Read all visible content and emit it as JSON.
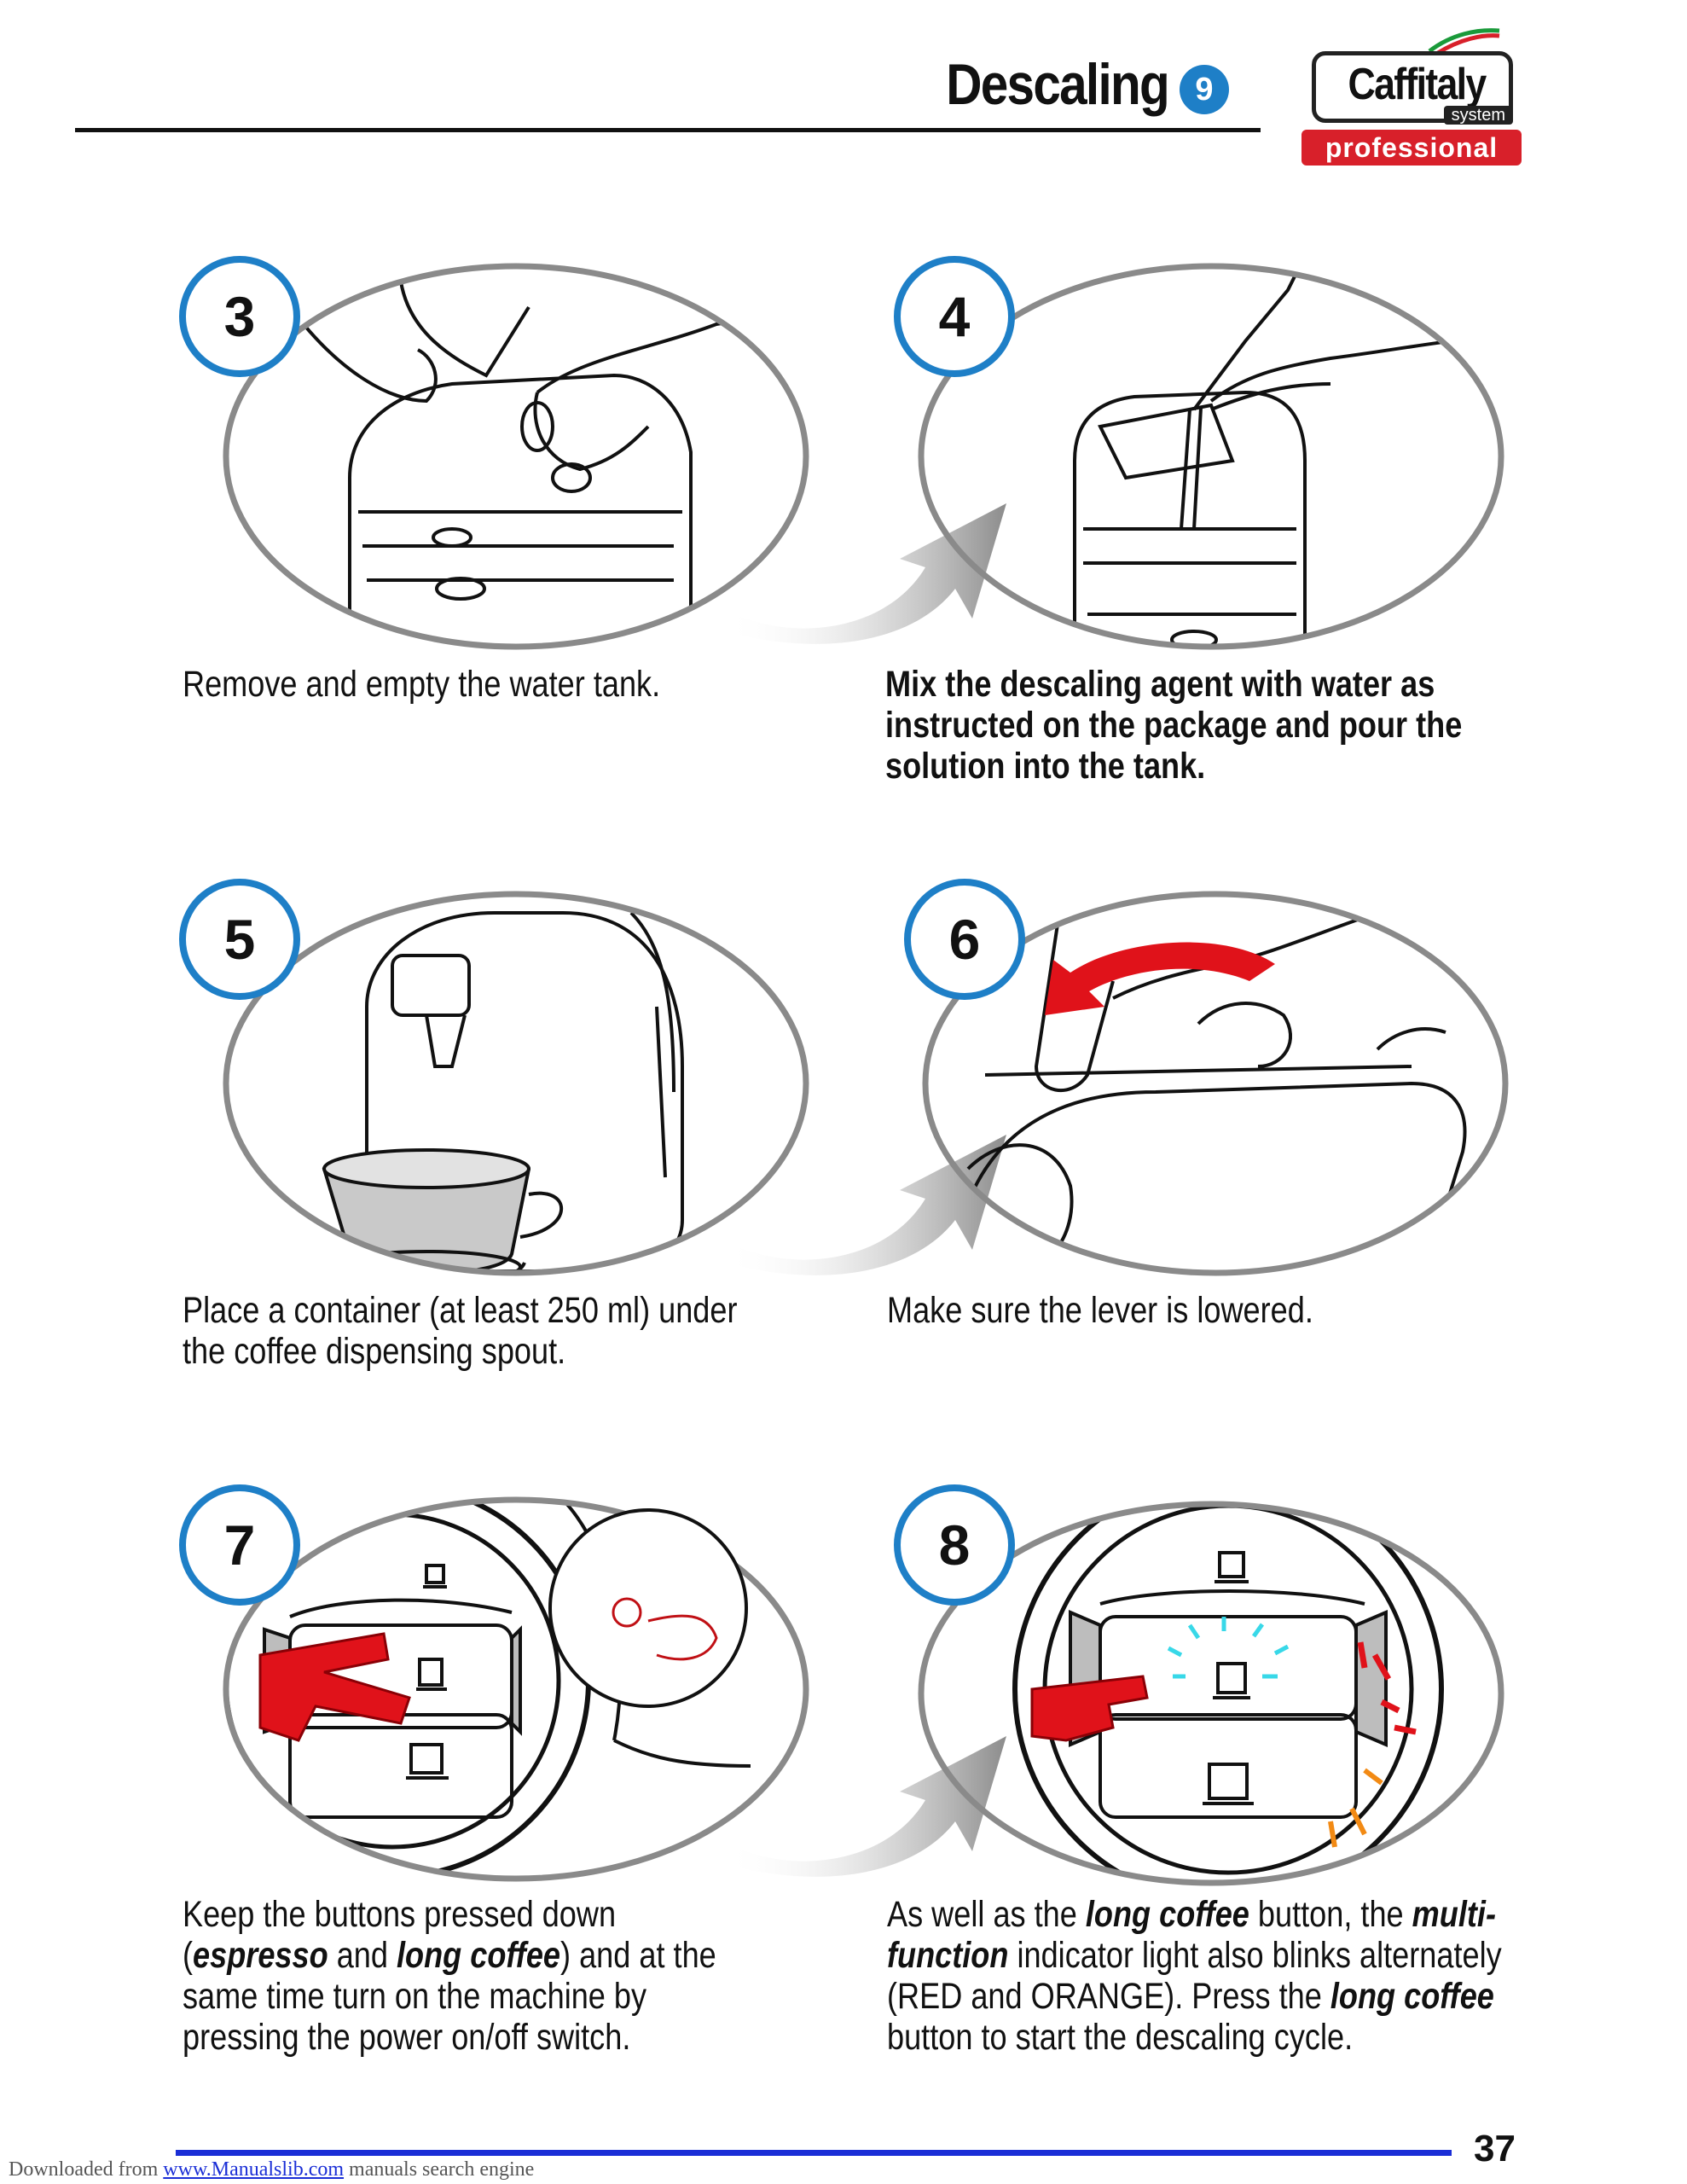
{
  "header": {
    "title": "Descaling",
    "chapter": "9"
  },
  "logo": {
    "name": "Caffitaly",
    "system": "system",
    "professional": "professional"
  },
  "steps": [
    {
      "number": "3",
      "caption": "Remove and empty the water tank."
    },
    {
      "number": "4",
      "caption": "Mix the descaling agent with water as instructed on the package and pour the solution into the tank."
    },
    {
      "number": "5",
      "caption": "Place a container (at least 250 ml) under the coffee dispensing spout."
    },
    {
      "number": "6",
      "caption": "Make sure the lever is lowered."
    },
    {
      "number": "7",
      "caption_parts": [
        "Keep the buttons pressed down (",
        "espresso",
        " and ",
        "long coffee",
        ") and at the same time turn on the machine by pressing the power on/off switch."
      ]
    },
    {
      "number": "8",
      "caption_parts": [
        "As well as the ",
        "long coffee",
        " button, the ",
        "multi-function",
        " indicator light also blinks alternately (RED and ORANGE). Press the ",
        "long coffee",
        " button to start the descaling cycle."
      ]
    }
  ],
  "footer": {
    "page_number": "37",
    "download_prefix": "Downloaded from ",
    "download_link": "www.Manualslib.com",
    "download_suffix": "  manuals search engine"
  },
  "colors": {
    "accent_blue": "#1e7fc7",
    "arrow_red": "#e0121a",
    "footer_blue": "#1a2ed6",
    "brand_red": "#d8202a"
  }
}
